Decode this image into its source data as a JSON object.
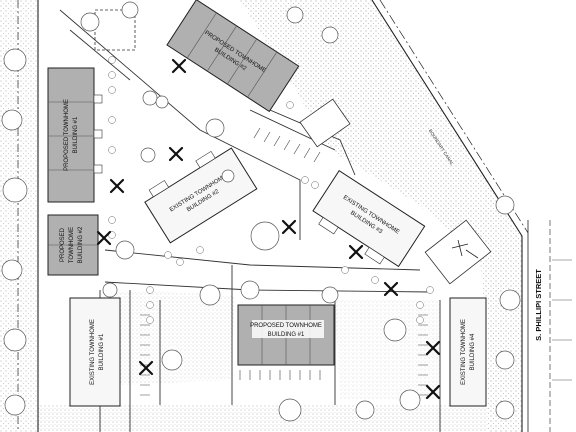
{
  "buildings": {
    "proposed_2_top": [
      "PROPOSED TOWNHOME",
      "BUILDING #2"
    ],
    "proposed_1_left": [
      "PROPOSED TOWNHOME",
      "BUILDING #1"
    ],
    "proposed_2_left": [
      "PROPOSED",
      "TOWNHOME",
      "BUILDING #2"
    ],
    "existing_2": [
      "EXISTING TOWNHOME",
      "BUILDING #2"
    ],
    "existing_3": [
      "EXISTING TOWNHOME",
      "BUILDING #3"
    ],
    "proposed_1_center": [
      "PROPOSED TOWNHOME",
      "BUILDING #1"
    ],
    "existing_1": [
      "EXISTING TOWNHOME",
      "BUILDING #1"
    ],
    "existing_4": [
      "EXISTING TOWNHOME",
      "BUILDING #4"
    ]
  },
  "street_label": "S. PHILLIPI STREET",
  "diagonal_note": "BOUNDARY CANAL",
  "colors": {
    "proposed_fill": "#b0b0b0",
    "existing_fill": "#f7f7f7",
    "linework": "#222222",
    "stipple": "#8a8a8a",
    "tree": "#555555"
  }
}
